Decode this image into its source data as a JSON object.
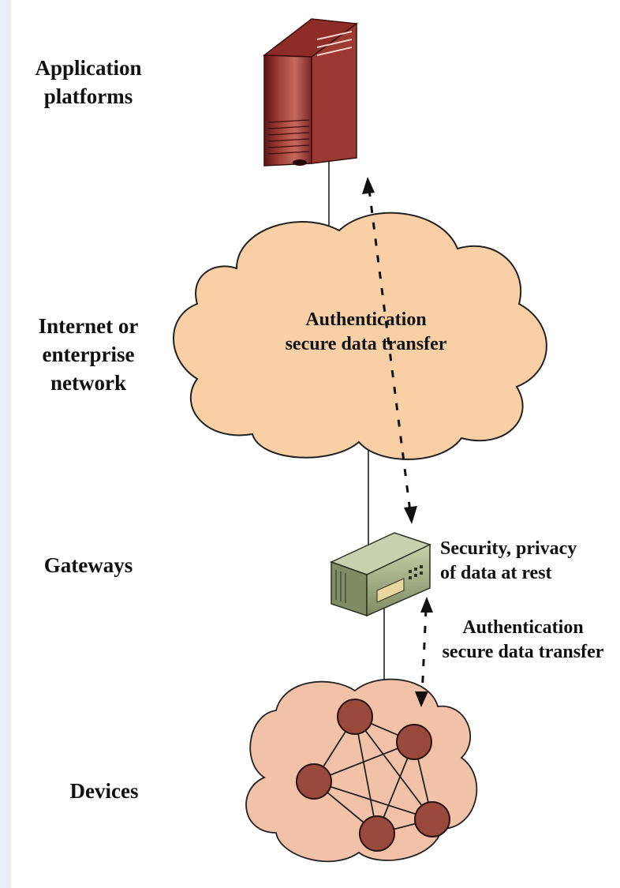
{
  "layers": {
    "application": "Application\nplatforms",
    "network": "Internet or\nenterprise\nnetwork",
    "gateways": "Gateways",
    "devices": "Devices"
  },
  "annotations": {
    "cloud_auth": "Authentication\nsecure data transfer",
    "gateway_security": "Security, privacy\nof data at rest",
    "device_auth": "Authentication\nsecure data transfer"
  },
  "colors": {
    "cloud_fill": "#f9cfa6",
    "devices_cloud_fill": "#f2c2a8",
    "server_dark": "#7a2020",
    "server_light": "#b8574f",
    "gateway_body": "#9aa57e",
    "node_fill": "#9a4a3c"
  }
}
